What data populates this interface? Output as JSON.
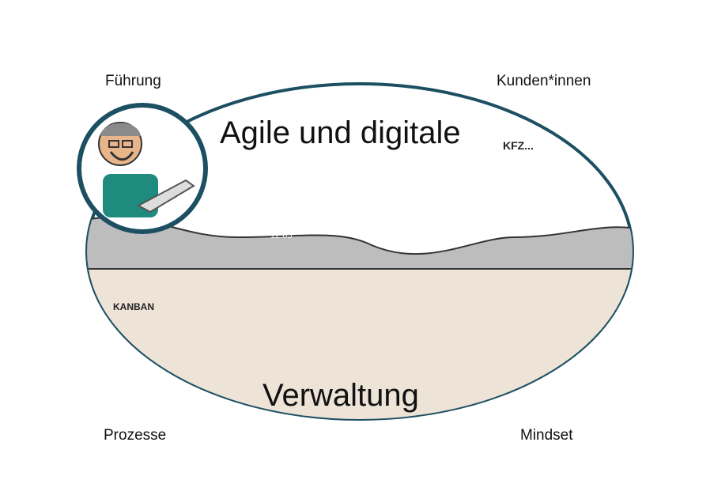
{
  "title_top": "Agile und digitale",
  "title_bottom": "Verwaltung",
  "corners": {
    "top_left": "Führung",
    "top_right": "Kunden*innen",
    "bottom_left": "Prozesse",
    "bottom_right": "Mindset"
  },
  "bubble_texts": {
    "kanban": "KANBAN",
    "speech": "KFZ...",
    "clock": "12:05"
  },
  "colors": {
    "arrow_green": "#7ab51d",
    "ring_blue": "#1d4f63",
    "ground_gray": "#bdbdbd",
    "ground_tan": "#ede3d7",
    "roof_red": "#c0504d",
    "twitter_blue": "#1da1f2"
  }
}
